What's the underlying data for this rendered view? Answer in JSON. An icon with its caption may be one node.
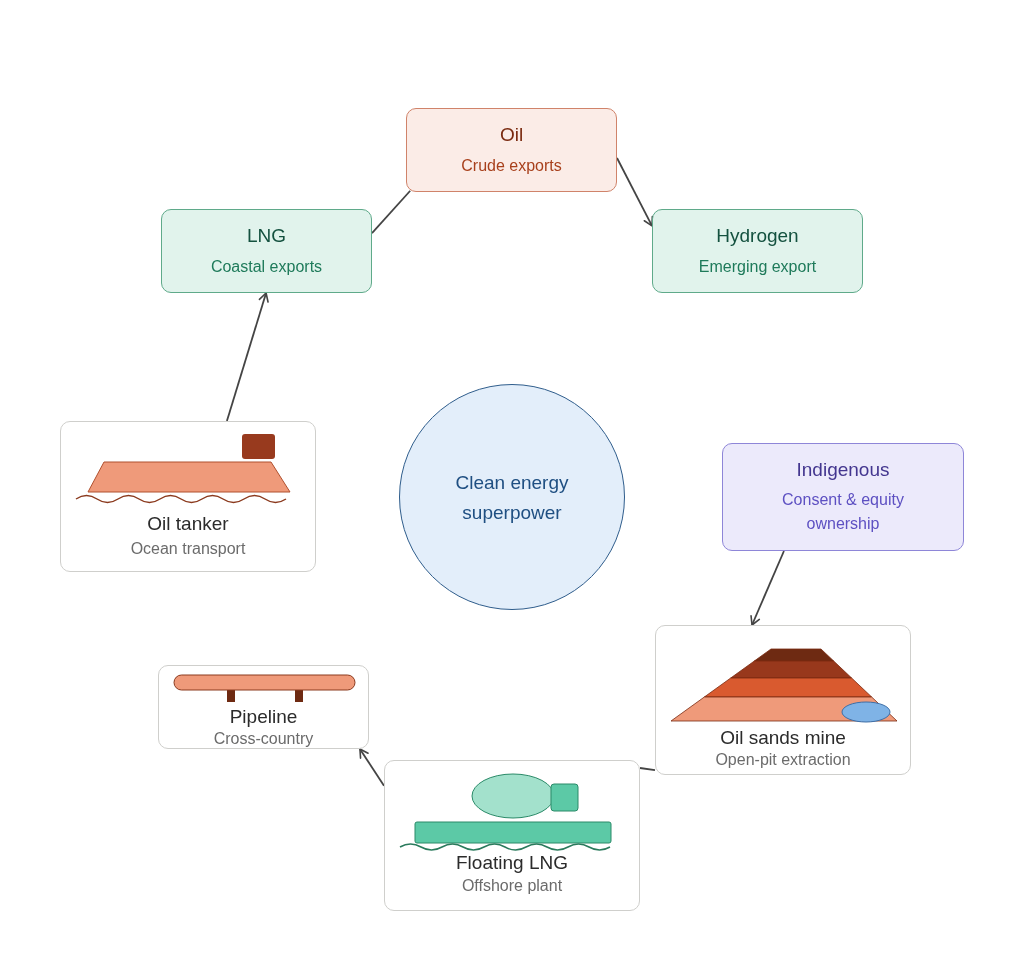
{
  "diagram": {
    "nodes": [
      {
        "text": [
          "Oil",
          "Crude exports"
        ]
      },
      {
        "text": [
          "LNG",
          "Coastal exports"
        ]
      },
      {
        "text": [
          "Hydrogen",
          "Emerging export"
        ]
      },
      {
        "text": [
          "Oil tanker",
          "Ocean transport"
        ]
      },
      {
        "text": [
          "Clean energy superpower"
        ]
      },
      {
        "text": [
          "Indigenous",
          "Consent & equity ownership"
        ]
      },
      {
        "text": [
          "Pipeline",
          "Cross-country"
        ]
      },
      {
        "text": [
          "Oil sands mine",
          "Open-pit extraction"
        ]
      },
      {
        "text": [
          "Floating LNG",
          "Offshore plant"
        ]
      }
    ],
    "edges": [
      {
        "from": 3,
        "to": 1,
        "arrow": "to"
      },
      {
        "from": 1,
        "to": 0,
        "arrow": "none"
      },
      {
        "from": 0,
        "to": 2,
        "arrow": "to"
      },
      {
        "from": 5,
        "to": 7,
        "arrow": "to"
      },
      {
        "from": 7,
        "to": 8,
        "arrow": "none"
      },
      {
        "from": 8,
        "to": 6,
        "arrow": "to"
      }
    ]
  }
}
